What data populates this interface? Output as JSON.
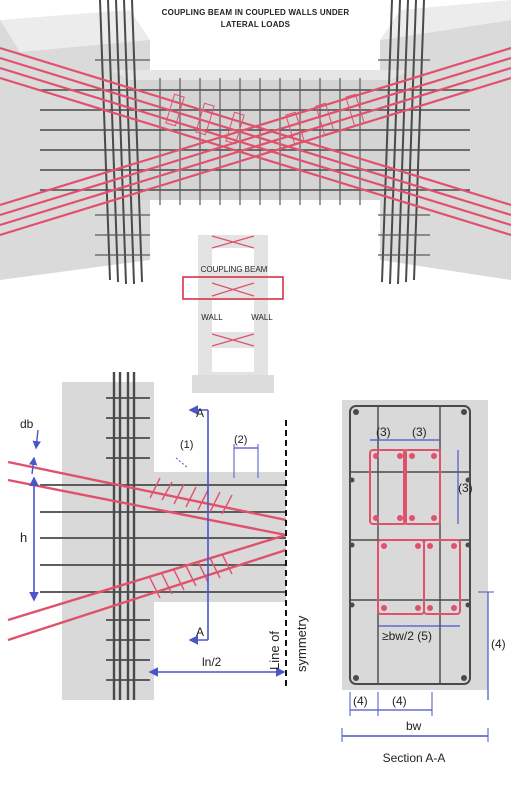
{
  "title": {
    "line1": "COUPLING BEAM IN COUPLED WALLS  UNDER",
    "line2": "LATERAL LOADS"
  },
  "mini_diagram": {
    "beam_label": "COUPLING BEAM",
    "wall_left": "WALL",
    "wall_right": "WALL"
  },
  "elevation": {
    "section_marker_top": "A",
    "section_marker_bottom": "A",
    "db_label": "db",
    "h_label": "h",
    "note_1": "(1)",
    "note_2": "(2)",
    "ln_label": "ln/2",
    "line_of": "Line of",
    "symmetry": "symmetry"
  },
  "section": {
    "note_3a": "(3)",
    "note_3b": "(3)",
    "note_3c": "(3)",
    "bw_half": "≥bw/2 (5)",
    "note_4_right": "(4)",
    "note_4_left": "(4)",
    "note_4_mid": "(4)",
    "bw_label": "bw",
    "caption": "Section A-A"
  },
  "colors": {
    "rebar_red": "#e0526b",
    "rebar_dark": "#4a4a4a",
    "concrete": "#d9d9d9",
    "dimension_blue": "#4a55c8"
  }
}
